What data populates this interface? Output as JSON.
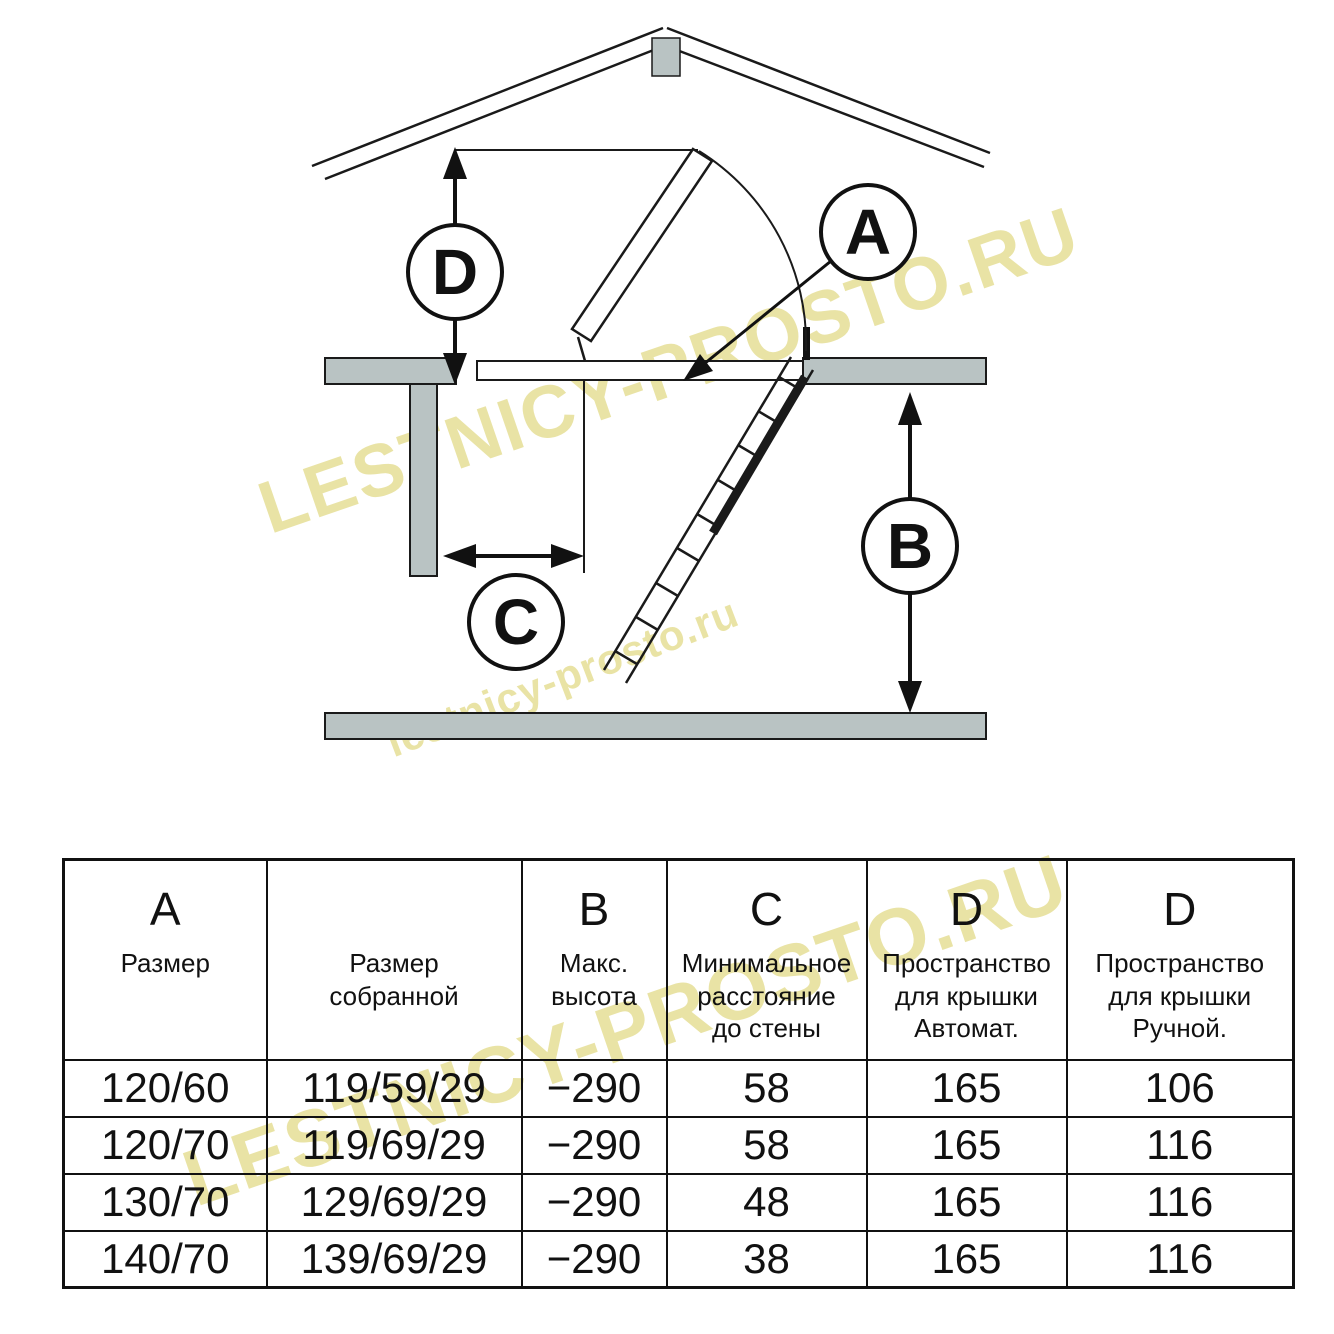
{
  "watermarks": {
    "large": "LESTNICY-PROSTO.RU",
    "small": "lestnicy-prosto.ru",
    "color": "#e9e3a5"
  },
  "colors": {
    "gray": "#b9c3c3"
  },
  "diagram": {
    "label_a": "A",
    "label_b": "B",
    "label_c": "C",
    "label_d": "D"
  },
  "table": {
    "headers": [
      {
        "letter": "A",
        "title": "Размер"
      },
      {
        "letter": "",
        "title": "Размер\nсобранной"
      },
      {
        "letter": "B",
        "title": "Макс.\nвысота"
      },
      {
        "letter": "C",
        "title": "Минимальное\nрасстояние\nдо стены"
      },
      {
        "letter": "D",
        "title": "Пространство\nдля крышки\nАвтомат."
      },
      {
        "letter": "D",
        "title": "Пространство\nдля крышки\nРучной."
      }
    ],
    "rows": [
      [
        "120/60",
        "119/59/29",
        "−290",
        "58",
        "165",
        "106"
      ],
      [
        "120/70",
        "119/69/29",
        "−290",
        "58",
        "165",
        "116"
      ],
      [
        "130/70",
        "129/69/29",
        "−290",
        "48",
        "165",
        "116"
      ],
      [
        "140/70",
        "139/69/29",
        "−290",
        "38",
        "165",
        "116"
      ]
    ]
  }
}
